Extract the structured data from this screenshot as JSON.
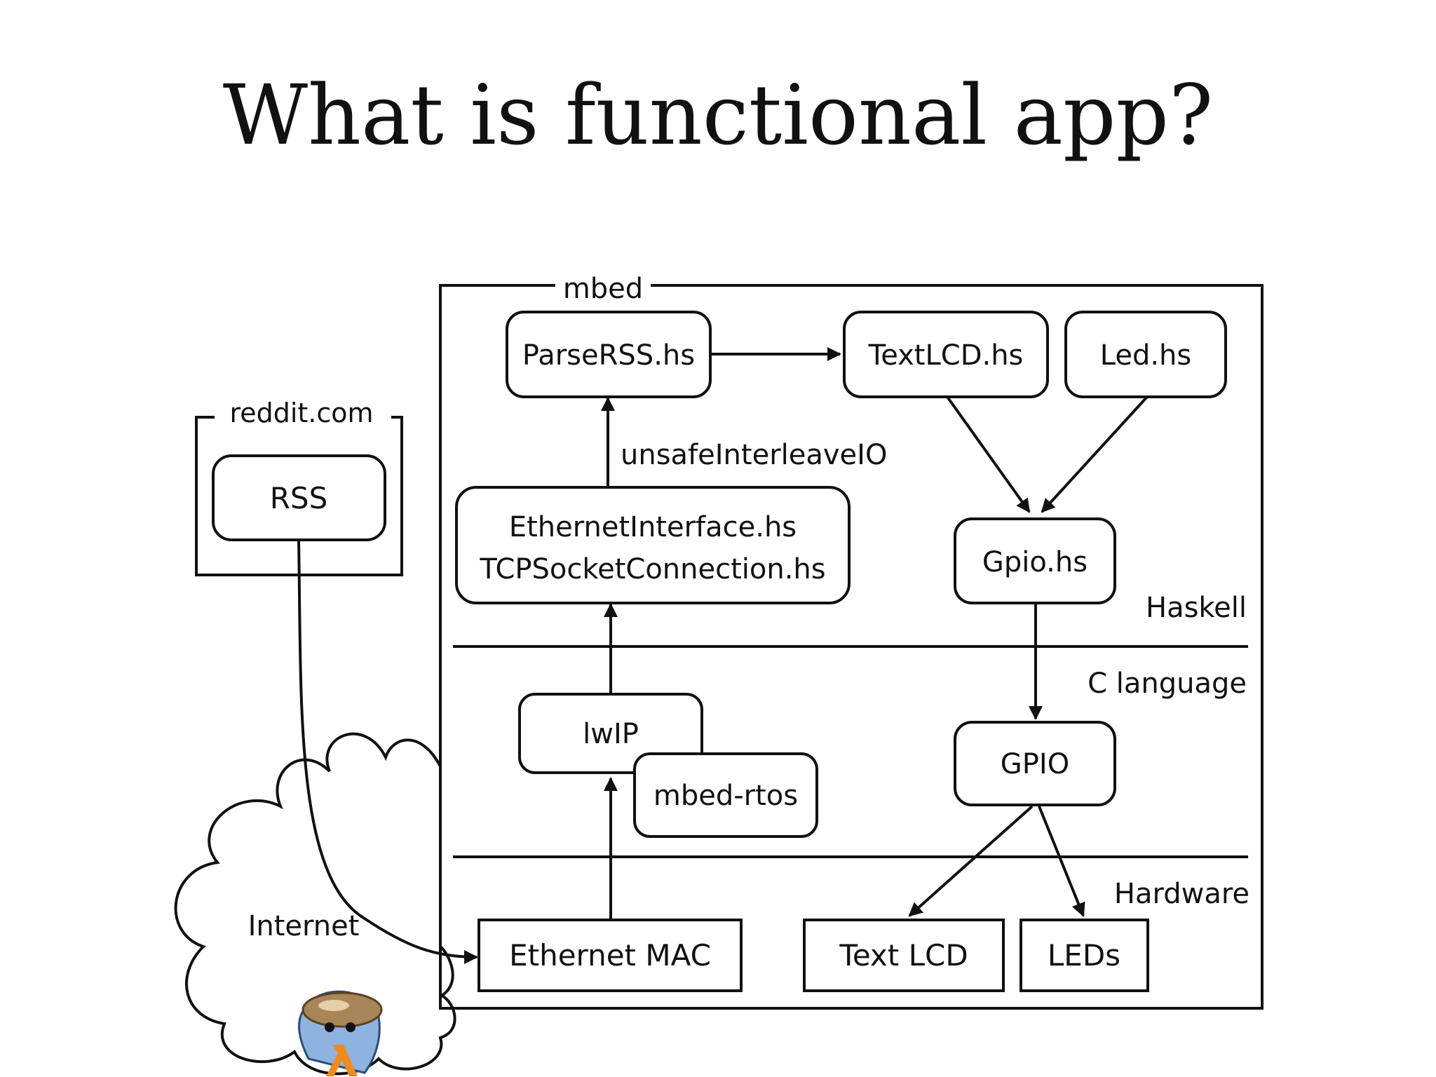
{
  "slide": {
    "title": "What is functional app?"
  },
  "groups": {
    "mbed": "mbed",
    "reddit": "reddit.com",
    "internet": "Internet"
  },
  "nodes": {
    "rss": "RSS",
    "parse_rss": "ParseRSS.hs",
    "text_lcd_hs": "TextLCD.hs",
    "led_hs": "Led.hs",
    "ethernet_interface": "EthernetInterface.hs",
    "tcp_socket": "TCPSocketConnection.hs",
    "gpio_hs": "Gpio.hs",
    "lwip": "lwIP",
    "mbed_rtos": "mbed-rtos",
    "gpio": "GPIO",
    "ethernet_mac": "Ethernet MAC",
    "text_lcd": "Text LCD",
    "leds": "LEDs"
  },
  "edge_labels": {
    "unsafe_interleave": "unsafeInterleaveIO"
  },
  "layers": {
    "haskell": "Haskell",
    "c_language": "C language",
    "hardware": "Hardware"
  },
  "colors": {
    "ink": "#111111",
    "mascot_shell": "#a8865a",
    "mascot_body": "#8fb3e0",
    "mascot_lambda": "#f08a1a"
  },
  "icons": {
    "mascot": "haskell-crab-mascot-icon"
  }
}
